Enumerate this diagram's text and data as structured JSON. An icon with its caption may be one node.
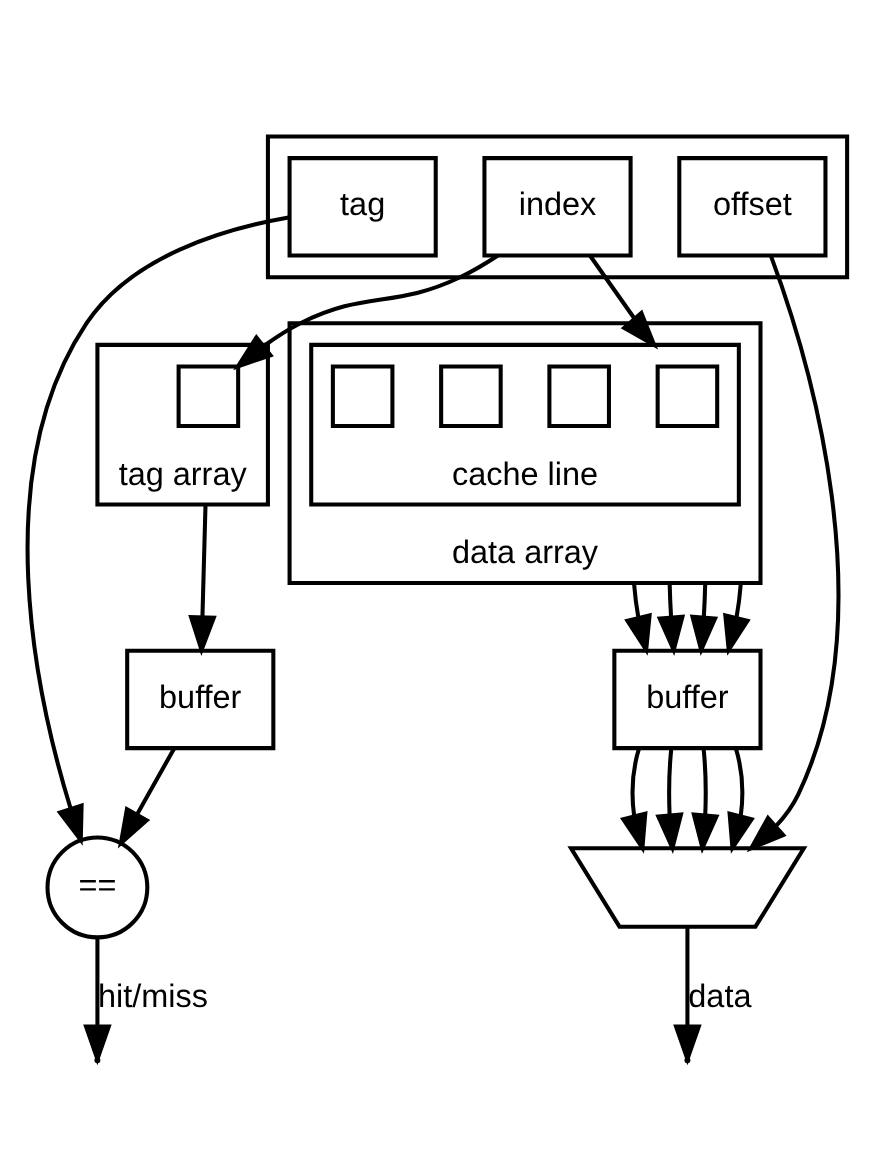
{
  "diagram": {
    "nodes": [
      {
        "text": [],
        "shape": "box"
      },
      {
        "text": [
          "tag"
        ],
        "in": 0
      },
      {
        "text": [
          "index"
        ],
        "in": 0
      },
      {
        "text": [
          "offset"
        ],
        "in": 0
      },
      {
        "text": [
          "tag array"
        ]
      },
      {
        "text": [],
        "shape": "box",
        "in": 4
      },
      {
        "text": [
          "data array"
        ]
      },
      {
        "text": [
          "cache line"
        ],
        "in": 6
      },
      {
        "text": [],
        "shape": "box",
        "in": 7
      },
      {
        "text": [],
        "shape": "box",
        "in": 7
      },
      {
        "text": [],
        "shape": "box",
        "in": 7
      },
      {
        "text": [],
        "shape": "box",
        "in": 7
      },
      {
        "text": [
          "buffer"
        ]
      },
      {
        "text": [
          "buffer"
        ]
      },
      {
        "text": [
          "=="
        ]
      },
      {
        "text": [],
        "shape": "trapezoid"
      }
    ],
    "edges": [
      {
        "from": 1,
        "to": 14,
        "arrow": "to"
      },
      {
        "from": 2,
        "to": 5,
        "arrow": "to"
      },
      {
        "from": 2,
        "to": 7,
        "arrow": "to"
      },
      {
        "from": 3,
        "to": 15,
        "arrow": "to"
      },
      {
        "from": 4,
        "to": 12,
        "arrow": "to"
      },
      {
        "from": 6,
        "to": 13,
        "arrow": "to"
      },
      {
        "from": 6,
        "to": 13,
        "arrow": "to"
      },
      {
        "from": 6,
        "to": 13,
        "arrow": "to"
      },
      {
        "from": 6,
        "to": 13,
        "arrow": "to"
      },
      {
        "from": 12,
        "to": 14,
        "arrow": "to"
      },
      {
        "from": 13,
        "to": 15,
        "arrow": "to"
      },
      {
        "from": 13,
        "to": 15,
        "arrow": "to"
      },
      {
        "from": 13,
        "to": 15,
        "arrow": "to"
      },
      {
        "from": 13,
        "to": 15,
        "arrow": "to"
      },
      {
        "from": 14,
        "to": null,
        "arrow": "to",
        "label": "hit/miss"
      },
      {
        "from": 15,
        "to": null,
        "arrow": "to",
        "label": "data"
      }
    ]
  }
}
